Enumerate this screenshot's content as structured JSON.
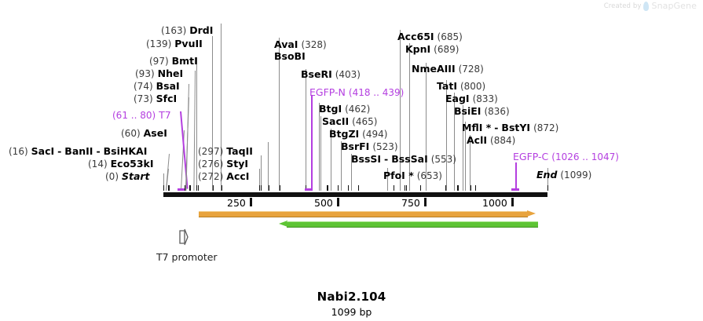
{
  "watermark": {
    "created_by": "Created by",
    "brand": "SnapGene",
    "logo_icon": "snapgene-leaf-icon",
    "logo_color": "#cfe6f5"
  },
  "title": {
    "name": "Nabi2.104",
    "size": "1099 bp"
  },
  "colors": {
    "backbone": "#111111",
    "enzyme_text": "#000000",
    "position_text": "#3a3a3a",
    "feature_purple": "#b43fe0",
    "cds_orange": "#e8a33d",
    "cds_green": "#5ec435",
    "leader_line": "#8c8c8c"
  },
  "sequence": {
    "length_bp": 1099,
    "start_label": "Start",
    "end_label": "End"
  },
  "ruler": {
    "ticks": [
      "250",
      "500",
      "750",
      "1000"
    ]
  },
  "labels": [
    {
      "pos": "(163)",
      "names": [
        "DrdI"
      ],
      "style": "enzyme"
    },
    {
      "pos": "(139)",
      "names": [
        "PvuII"
      ],
      "style": "enzyme"
    },
    {
      "pos": "(97)",
      "names": [
        "BmtI"
      ],
      "style": "enzyme"
    },
    {
      "pos": "(93)",
      "names": [
        "NheI"
      ],
      "style": "enzyme"
    },
    {
      "pos": "(74)",
      "names": [
        "BsaI"
      ],
      "style": "enzyme"
    },
    {
      "pos": "(73)",
      "names": [
        "SfcI"
      ],
      "style": "enzyme"
    },
    {
      "pos": "(61 .. 80)",
      "names": [
        "T7"
      ],
      "style": "feature"
    },
    {
      "pos": "(60)",
      "names": [
        "AseI"
      ],
      "style": "enzyme"
    },
    {
      "pos": "(16)",
      "names": [
        "SacI",
        "BanII",
        "BsiHKAI"
      ],
      "style": "enzyme"
    },
    {
      "pos": "(14)",
      "names": [
        "Eco53kI"
      ],
      "style": "enzyme"
    },
    {
      "pos": "(0)",
      "names": [
        "Start"
      ],
      "style": "italic"
    },
    {
      "pos": "(297)",
      "names": [
        "TaqII"
      ],
      "style": "enzyme"
    },
    {
      "pos": "(276)",
      "names": [
        "StyI"
      ],
      "style": "enzyme"
    },
    {
      "pos": "(272)",
      "names": [
        "AccI"
      ],
      "style": "enzyme"
    },
    {
      "pos": "(328)",
      "names": [
        "AvaI",
        "BsoBI"
      ],
      "style": "enzyme"
    },
    {
      "pos": "(403)",
      "names": [
        "BseRI"
      ],
      "style": "enzyme"
    },
    {
      "pos": "(418 .. 439)",
      "names": [
        "EGFP-N"
      ],
      "style": "feature"
    },
    {
      "pos": "(462)",
      "names": [
        "BtgI"
      ],
      "style": "enzyme"
    },
    {
      "pos": "(465)",
      "names": [
        "SacII"
      ],
      "style": "enzyme"
    },
    {
      "pos": "(494)",
      "names": [
        "BtgZI"
      ],
      "style": "enzyme"
    },
    {
      "pos": "(523)",
      "names": [
        "BsrFI"
      ],
      "style": "enzyme"
    },
    {
      "pos": "(553)",
      "names": [
        "BssSI",
        "BssSaI"
      ],
      "style": "enzyme"
    },
    {
      "pos": "(653)",
      "names": [
        "PfoI *"
      ],
      "style": "enzyme"
    },
    {
      "pos": "(685)",
      "names": [
        "Acc65I"
      ],
      "style": "enzyme"
    },
    {
      "pos": "(689)",
      "names": [
        "KpnI"
      ],
      "style": "enzyme"
    },
    {
      "pos": "(728)",
      "names": [
        "NmeAIII"
      ],
      "style": "enzyme"
    },
    {
      "pos": "(800)",
      "names": [
        "TatI"
      ],
      "style": "enzyme"
    },
    {
      "pos": "(833)",
      "names": [
        "EagI"
      ],
      "style": "enzyme"
    },
    {
      "pos": "(836)",
      "names": [
        "BsiEI"
      ],
      "style": "enzyme"
    },
    {
      "pos": "(872)",
      "names": [
        "MflI *",
        "BstYI"
      ],
      "style": "enzyme"
    },
    {
      "pos": "(884)",
      "names": [
        "AclI"
      ],
      "style": "enzyme"
    },
    {
      "pos": "(1026 .. 1047)",
      "names": [
        "EGFP-C"
      ],
      "style": "feature"
    },
    {
      "pos": "(1099)",
      "names": [
        "End"
      ],
      "style": "italic"
    }
  ],
  "features": {
    "promoter": {
      "label": "T7 promoter",
      "icon": "promoter-arrow-icon"
    },
    "cds_orange": {
      "direction": "right",
      "color": "#e8a33d"
    },
    "cds_green": {
      "direction": "left",
      "color": "#5ec435"
    }
  }
}
